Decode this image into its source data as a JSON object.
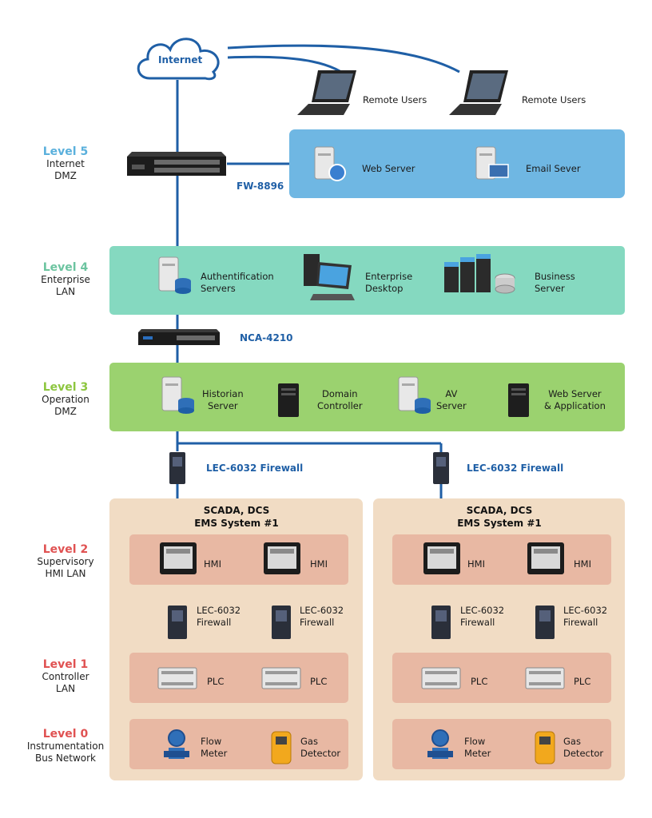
{
  "levels": [
    {
      "num": "Level 5",
      "name": "Internet\nDMZ",
      "color": "#5ab0dc"
    },
    {
      "num": "Level 4",
      "name": "Enterprise\nLAN",
      "color": "#6cc4a0"
    },
    {
      "num": "Level 3",
      "name": "Operation\nDMZ",
      "color": "#8dc63f"
    },
    {
      "num": "Level 2",
      "name": "Supervisory\nHMI LAN",
      "color": "#e05252"
    },
    {
      "num": "Level 1",
      "name": "Controller\nLAN",
      "color": "#e05252"
    },
    {
      "num": "Level 0",
      "name": "Instrumentation\nBus Network",
      "color": "#e05252"
    }
  ],
  "internet": {
    "label": "Internet"
  },
  "remote_users": [
    "Remote Users",
    "Remote Users"
  ],
  "fw_top": {
    "label": "FW-8896"
  },
  "level5_items": [
    "Web Server",
    "Email Sever"
  ],
  "level4_items": [
    "Authentification\nServers",
    "Enterprise\nDesktop",
    "Business\nServer"
  ],
  "nca": {
    "label": "NCA-4210"
  },
  "level3_items": [
    "Historian\nServer",
    "Domain\nController",
    "AV\nServer",
    "Web Server\n& Application"
  ],
  "lec_firewalls": [
    "LEC-6032 Firewall",
    "LEC-6032 Firewall"
  ],
  "systems": [
    {
      "title": "SCADA, DCS\nEMS System #1",
      "hmi": [
        "HMI",
        "HMI"
      ],
      "fw": [
        "LEC-6032\nFirewall",
        "LEC-6032\nFirewall"
      ],
      "plc": [
        "PLC",
        "PLC"
      ],
      "devices": [
        "Flow\nMeter",
        "Gas\nDetector"
      ]
    },
    {
      "title": "SCADA, DCS\nEMS System #1",
      "hmi": [
        "HMI",
        "HMI"
      ],
      "fw": [
        "LEC-6032\nFirewall",
        "LEC-6032\nFirewall"
      ],
      "plc": [
        "PLC",
        "PLC"
      ],
      "devices": [
        "Flow\nMeter",
        "Gas\nDetector"
      ]
    }
  ],
  "colors": {
    "wire": "#1f5fa6",
    "dmz5": "#6fb7e3",
    "lan4": "#85d9c0",
    "dmz3": "#9bd26f",
    "system": "#f1dcc4",
    "subband": "#e8b8a3"
  }
}
